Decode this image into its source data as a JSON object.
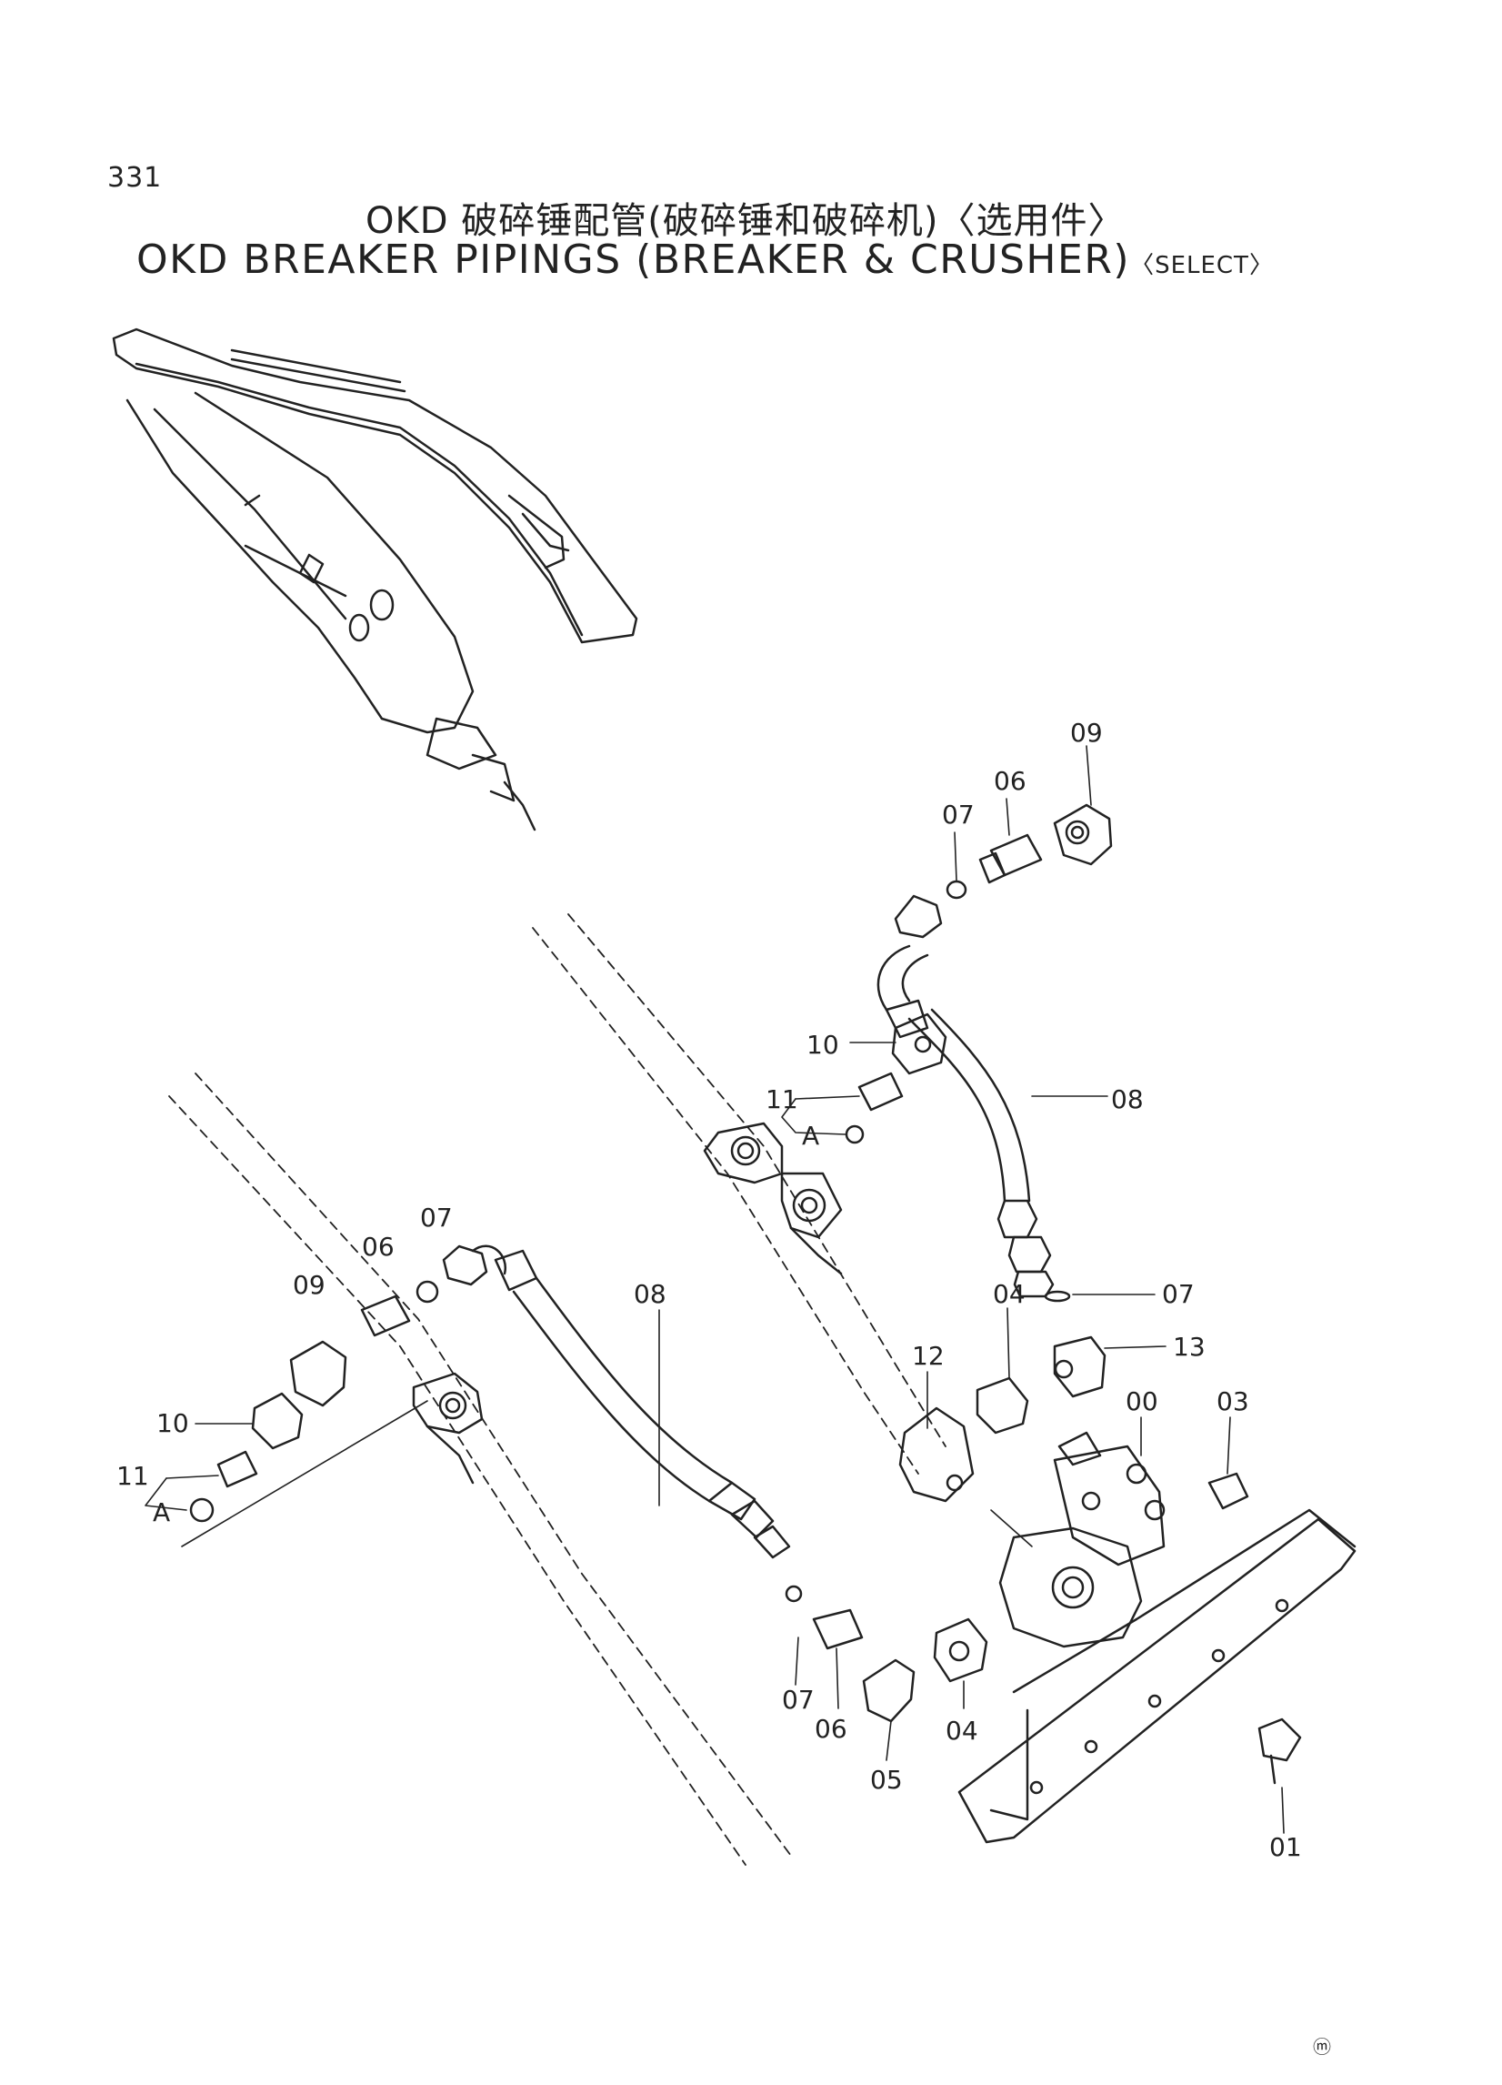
{
  "page": {
    "number": "331",
    "title_cn": "OKD 破碎锤配管(破碎锤和破碎机)〈选用件〉",
    "title_en_main": "OKD BREAKER PIPINGS (BREAKER & CRUSHER)",
    "title_en_tag": "〈SELECT〉",
    "corner_mark": "ⓜ"
  },
  "callouts": {
    "c00": "00",
    "c01": "01",
    "c03": "03",
    "c04a": "04",
    "c04b": "04",
    "c05": "05",
    "c06a": "06",
    "c06b": "06",
    "c06c": "06",
    "c07a": "07",
    "c07b": "07",
    "c07c": "07",
    "c07d": "07",
    "c08a": "08",
    "c08b": "08",
    "c09a": "09",
    "c09b": "09",
    "c10a": "10",
    "c10b": "10",
    "c11a": "11",
    "c11b": "11",
    "c12": "12",
    "c13": "13",
    "cAa": "A",
    "cAb": "A"
  }
}
